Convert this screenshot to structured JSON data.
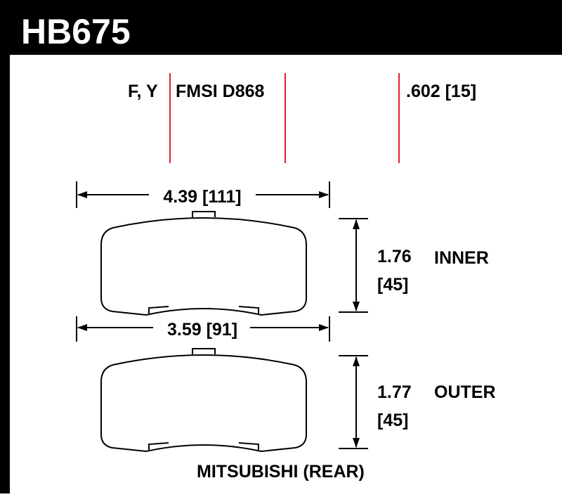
{
  "part_number": "HB675",
  "header": {
    "positions": "F, Y",
    "fmsi": "FMSI D868",
    "thickness": ".602 [15]"
  },
  "inner": {
    "length": "4.39 [111]",
    "height_in": "1.76",
    "height_mm": "[45]",
    "label": "INNER"
  },
  "outer": {
    "length": "3.59 [91]",
    "height_in": "1.77",
    "height_mm": "[45]",
    "label": "OUTER"
  },
  "vehicle": "MITSUBISHI (REAR)",
  "colors": {
    "banner": "#000000",
    "accent_lines": "#e41e26"
  }
}
